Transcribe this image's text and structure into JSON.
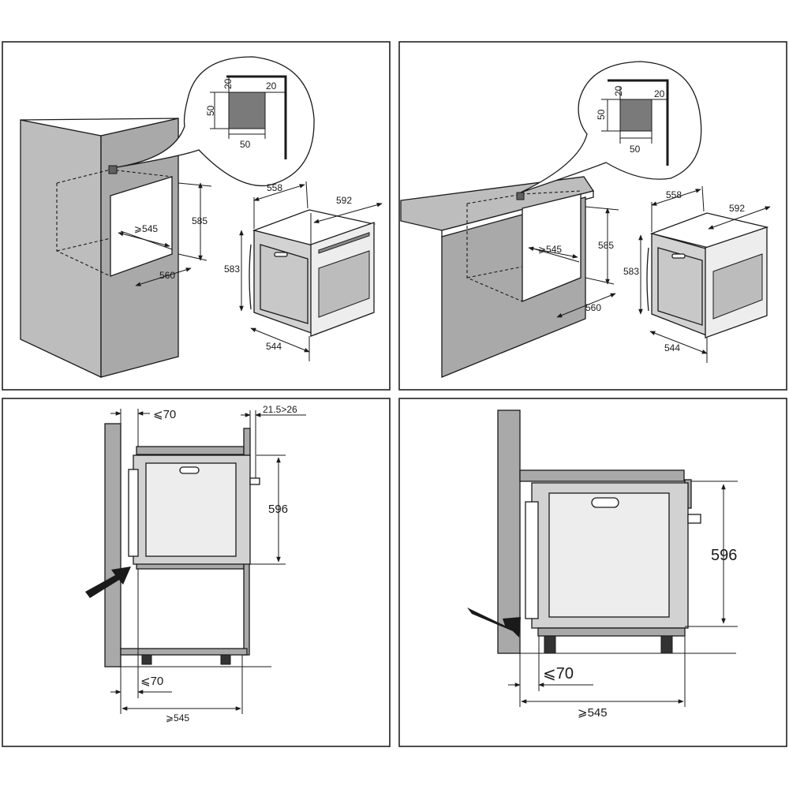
{
  "panels": {
    "tl": {
      "vent": {
        "h1": "20",
        "h2": "20",
        "v": "50",
        "w": "50"
      },
      "niche": {
        "depth": "⩾545",
        "height": "585",
        "width": "560"
      },
      "oven": {
        "w": "558",
        "d": "592",
        "h": "583",
        "b": "544"
      }
    },
    "tr": {
      "vent": {
        "h2": "20",
        "v": "50",
        "w": "50"
      },
      "niche": {
        "depth": "⩾545",
        "height": "585",
        "width": "560"
      },
      "oven": {
        "w": "558",
        "d": "592",
        "h": "583",
        "b": "544"
      }
    },
    "bl": {
      "top_gap": "⩽70",
      "top_right": "21.5>26",
      "height": "596",
      "bottom_gap": "⩽70",
      "depth": "⩾545"
    },
    "br": {
      "height": "596",
      "gap": "⩽70",
      "depth": "⩾545"
    }
  },
  "colors": {
    "wall": "#a9a9a9",
    "oven_body": "#d2d2d2",
    "oven_front": "#ededed",
    "glass": "#bcbcbc",
    "line": "#1a1a1a"
  }
}
